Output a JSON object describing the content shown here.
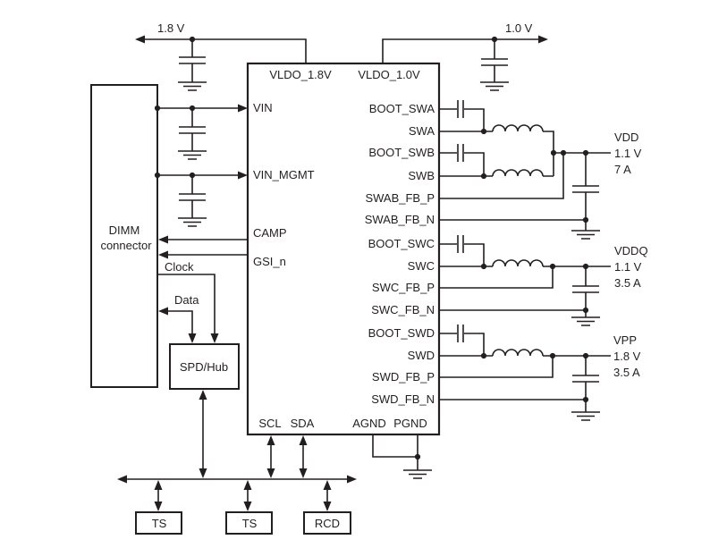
{
  "rails": {
    "left_voltage": "1.8 V",
    "right_voltage": "1.0 V"
  },
  "ic": {
    "top_pins": [
      "VLDO_1.8V",
      "VLDO_1.0V"
    ],
    "left_pins": [
      "VIN",
      "VIN_MGMT",
      "CAMP",
      "GSI_n"
    ],
    "right_pins": [
      "BOOT_SWA",
      "SWA",
      "BOOT_SWB",
      "SWB",
      "SWAB_FB_P",
      "SWAB_FB_N",
      "BOOT_SWC",
      "SWC",
      "SWC_FB_P",
      "SWC_FB_N",
      "BOOT_SWD",
      "SWD",
      "SWD_FB_P",
      "SWD_FB_N"
    ],
    "bottom_pins": [
      "SCL",
      "SDA",
      "AGND",
      "PGND"
    ]
  },
  "blocks": {
    "dimm_connector": {
      "line1": "DIMM",
      "line2": "connector"
    },
    "spd_hub": "SPD/Hub",
    "ts_left": "TS",
    "ts_middle": "TS",
    "rcd": "RCD"
  },
  "signals": {
    "clock": "Clock",
    "data": "Data"
  },
  "outputs": [
    {
      "name": "VDD",
      "voltage": "1.1 V",
      "current": "7 A"
    },
    {
      "name": "VDDQ",
      "voltage": "1.1 V",
      "current": "3.5 A"
    },
    {
      "name": "VPP",
      "voltage": "1.8 V",
      "current": "3.5 A"
    }
  ],
  "colors": {
    "line": "#231f20",
    "background": "#ffffff"
  }
}
